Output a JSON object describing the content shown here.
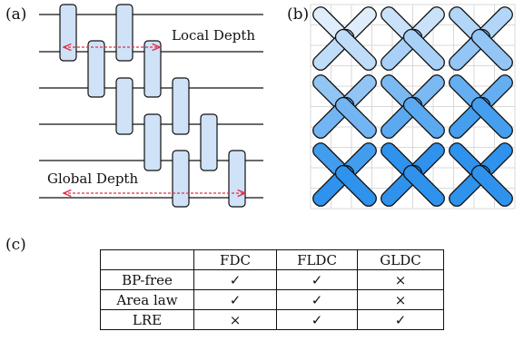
{
  "panel_a": {
    "label": "(a)",
    "local_depth_label": "Local Depth",
    "global_depth_label": "Global Depth",
    "arrow_color": "#e0304a",
    "gate_fill": "#cfe2f7"
  },
  "panel_b": {
    "label": "(b)",
    "gradient_light": "#e8f2fc",
    "gradient_dark": "#2f92ec"
  },
  "panel_c": {
    "label": "(c)",
    "table": {
      "header": [
        "",
        "FDC",
        "FLDC",
        "GLDC"
      ],
      "rows": [
        [
          "BP-free",
          "✓",
          "✓",
          "×"
        ],
        [
          "Area law",
          "✓",
          "✓",
          "×"
        ],
        [
          "LRE",
          "×",
          "✓",
          "✓"
        ]
      ]
    }
  }
}
